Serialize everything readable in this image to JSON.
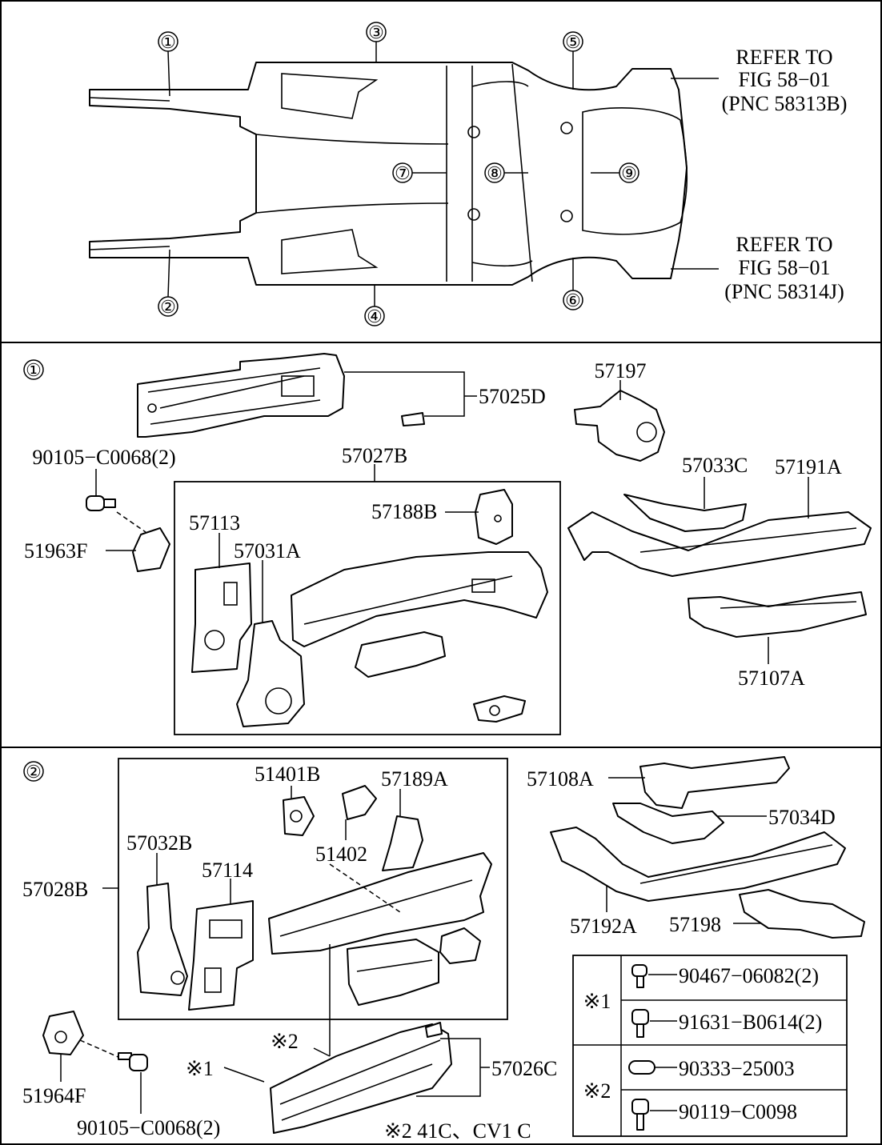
{
  "overview": {
    "callouts": [
      "①",
      "②",
      "③",
      "④",
      "⑤",
      "⑥",
      "⑦",
      "⑧",
      "⑨"
    ],
    "refer_top": [
      "REFER TO",
      "FIG 58−01",
      "(PNC 58313B)"
    ],
    "refer_bottom": [
      "REFER TO",
      "FIG 58−01",
      "(PNC 58314J)"
    ]
  },
  "section1": {
    "marker": "①",
    "labels": {
      "p57025D": "57025D",
      "p57197": "57197",
      "p90105a": "90105−C0068(2)",
      "p57027B": "57027B",
      "p57188B": "57188B",
      "p57033C": "57033C",
      "p57191A": "57191A",
      "p57113": "57113",
      "p57031A": "57031A",
      "p51963F": "51963F",
      "p57107A": "57107A"
    }
  },
  "section2": {
    "marker": "②",
    "labels": {
      "p51401B": "51401B",
      "p57189A": "57189A",
      "p57108A": "57108A",
      "p57034D": "57034D",
      "p57032B": "57032B",
      "p51402": "51402",
      "p57114": "57114",
      "p57028B": "57028B",
      "p57192A": "57192A",
      "p57198": "57198",
      "p57026C": "57026C",
      "p51964F": "51964F",
      "p90105b": "90105−C0068(2)",
      "note2": "※2",
      "note1": "※1",
      "footnote": "※2 41C、CV1 C"
    },
    "legend": {
      "group1": "※1",
      "group2": "※2",
      "items": [
        "90467−06082(2)",
        "91631−B0614(2)",
        "90333−25003",
        "90119−C0098"
      ]
    }
  }
}
